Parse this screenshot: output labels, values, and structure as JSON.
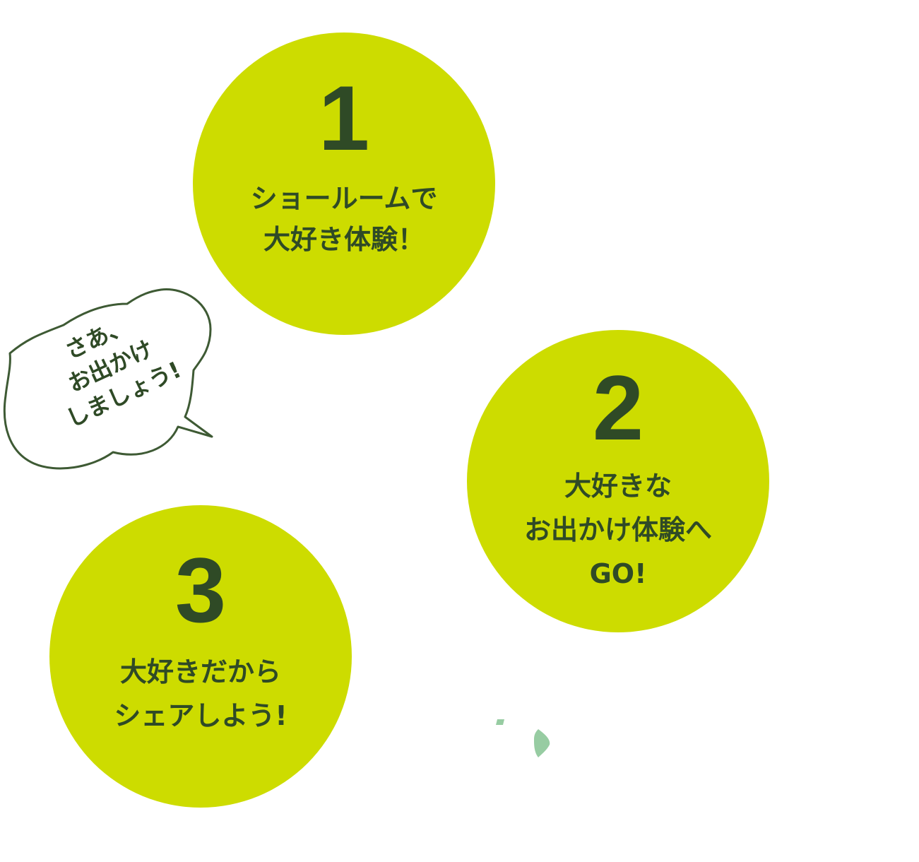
{
  "colors": {
    "circle_fill": "#cddc00",
    "text_dark": "#2f4a26",
    "bubble_stroke": "#3e5a34",
    "leaf": "#97cca2",
    "background": "#ffffff"
  },
  "steps": [
    {
      "number": "1",
      "lines": [
        "ショールームで",
        "大好き体験！"
      ]
    },
    {
      "number": "2",
      "lines": [
        "大好きな",
        "お出かけ体験へ",
        "GO!"
      ]
    },
    {
      "number": "3",
      "lines": [
        "大好きだから",
        "シェアしよう!"
      ]
    }
  ],
  "bubble": {
    "lines": [
      "さあ、",
      "お出かけ",
      "しましょう!"
    ]
  },
  "decor": {
    "icon": "leaf-icon"
  }
}
